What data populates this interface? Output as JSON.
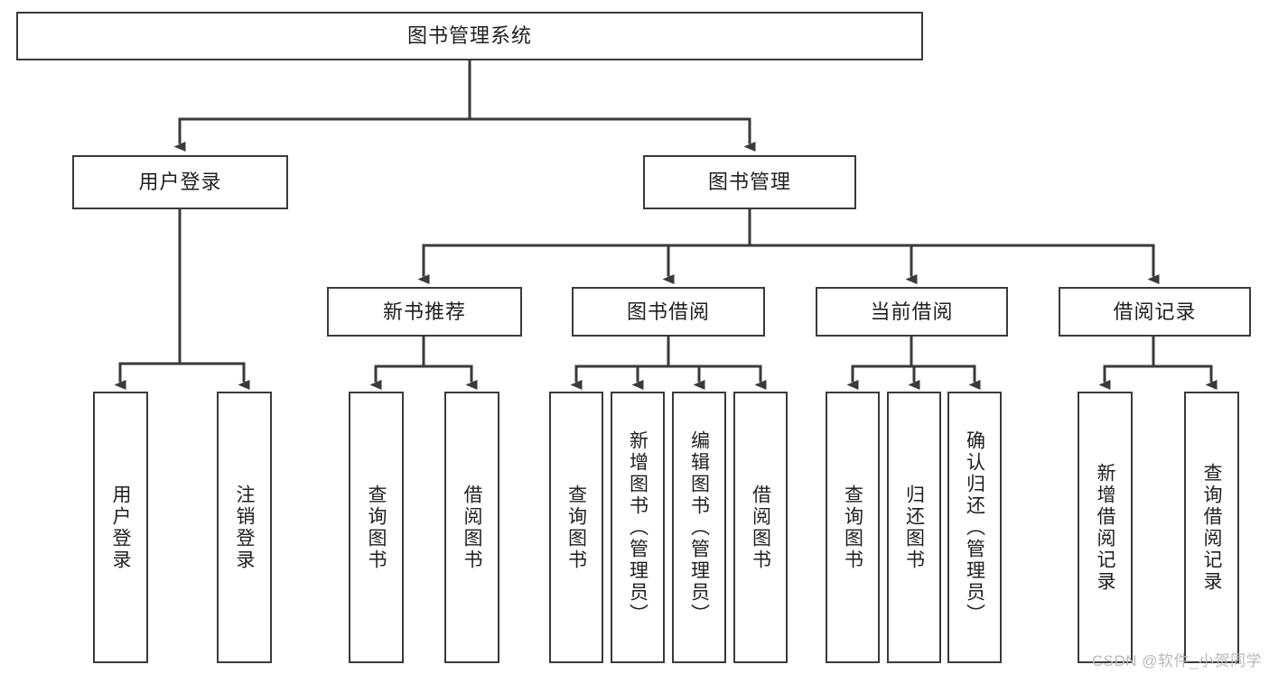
{
  "diagram": {
    "type": "tree-hierarchy",
    "title": "图书管理系统",
    "orientation": "top-down",
    "root": {
      "id": "root",
      "label": "图书管理系统",
      "text_direction": "horizontal"
    },
    "level2": [
      {
        "id": "user-login",
        "label": "用户登录",
        "text_direction": "horizontal"
      },
      {
        "id": "book-manage",
        "label": "图书管理",
        "text_direction": "horizontal"
      }
    ],
    "level3": [
      {
        "id": "new-book-recommend",
        "label": "新书推荐",
        "parent": "book-manage",
        "text_direction": "horizontal"
      },
      {
        "id": "book-borrow",
        "label": "图书借阅",
        "parent": "book-manage",
        "text_direction": "horizontal"
      },
      {
        "id": "current-borrow",
        "label": "当前借阅",
        "parent": "book-manage",
        "text_direction": "horizontal"
      },
      {
        "id": "borrow-record",
        "label": "借阅记录",
        "parent": "book-manage",
        "text_direction": "horizontal"
      }
    ],
    "leaves": [
      {
        "id": "leaf-user-login",
        "label": "用户登录",
        "parent": "user-login",
        "text_direction": "vertical"
      },
      {
        "id": "leaf-logout-login",
        "label": "注销登录",
        "parent": "user-login",
        "text_direction": "vertical"
      },
      {
        "id": "leaf-query-book-1",
        "label": "查询图书",
        "parent": "new-book-recommend",
        "text_direction": "vertical"
      },
      {
        "id": "leaf-borrow-book-1",
        "label": "借阅图书",
        "parent": "new-book-recommend",
        "text_direction": "vertical"
      },
      {
        "id": "leaf-query-book-2",
        "label": "查询图书",
        "parent": "book-borrow",
        "text_direction": "vertical"
      },
      {
        "id": "leaf-add-book",
        "label": "新增图书（管理员）",
        "parent": "book-borrow",
        "text_direction": "vertical"
      },
      {
        "id": "leaf-edit-book",
        "label": "编辑图书（管理员）",
        "parent": "book-borrow",
        "text_direction": "vertical"
      },
      {
        "id": "leaf-borrow-book-2",
        "label": "借阅图书",
        "parent": "book-borrow",
        "text_direction": "vertical"
      },
      {
        "id": "leaf-query-book-3",
        "label": "查询图书",
        "parent": "current-borrow",
        "text_direction": "vertical"
      },
      {
        "id": "leaf-return-book",
        "label": "归还图书",
        "parent": "current-borrow",
        "text_direction": "vertical"
      },
      {
        "id": "leaf-confirm-return",
        "label": "确认归还（管理员）",
        "parent": "current-borrow",
        "text_direction": "vertical"
      },
      {
        "id": "leaf-add-record",
        "label": "新增借阅记录",
        "parent": "borrow-record",
        "text_direction": "vertical"
      },
      {
        "id": "leaf-query-record",
        "label": "查询借阅记录",
        "parent": "borrow-record",
        "text_direction": "vertical"
      }
    ]
  },
  "watermark": {
    "text": "CSDN @软件_小贺同学"
  },
  "colors": {
    "stroke": "#3a3a3a",
    "box_fill": "#ffffff",
    "text": "#1f1f1f",
    "background": "#ffffff",
    "watermark": "#b9b9b9"
  }
}
